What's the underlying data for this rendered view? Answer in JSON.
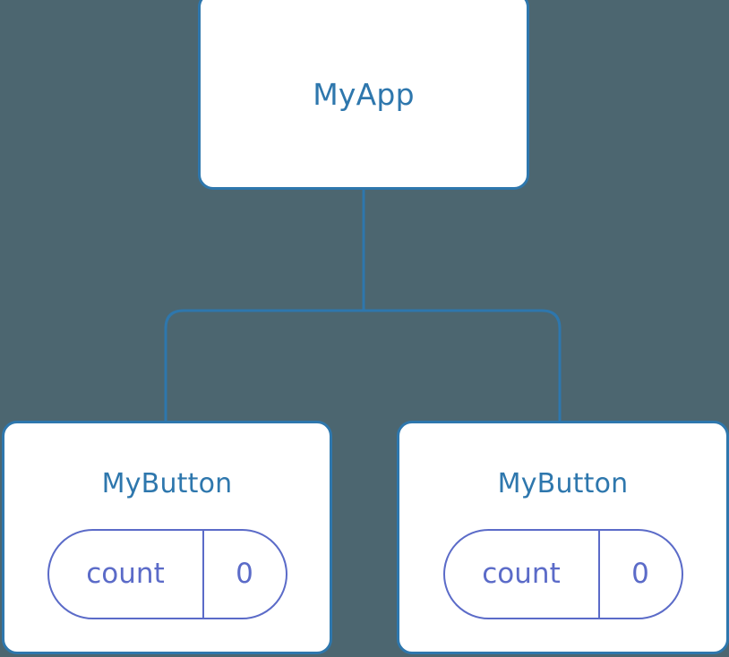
{
  "diagram": {
    "type": "component-tree",
    "background_color": "#4c6670",
    "node_fill": "#ffffff",
    "node_border_color": "#2e77ad",
    "node_title_color": "#2e77ad",
    "edge_color": "#2e77ad",
    "state_color": "#5b6bc8",
    "root": {
      "title": "MyApp"
    },
    "children": [
      {
        "title": "MyButton",
        "state": {
          "key": "count",
          "value": "0"
        }
      },
      {
        "title": "MyButton",
        "state": {
          "key": "count",
          "value": "0"
        }
      }
    ]
  }
}
